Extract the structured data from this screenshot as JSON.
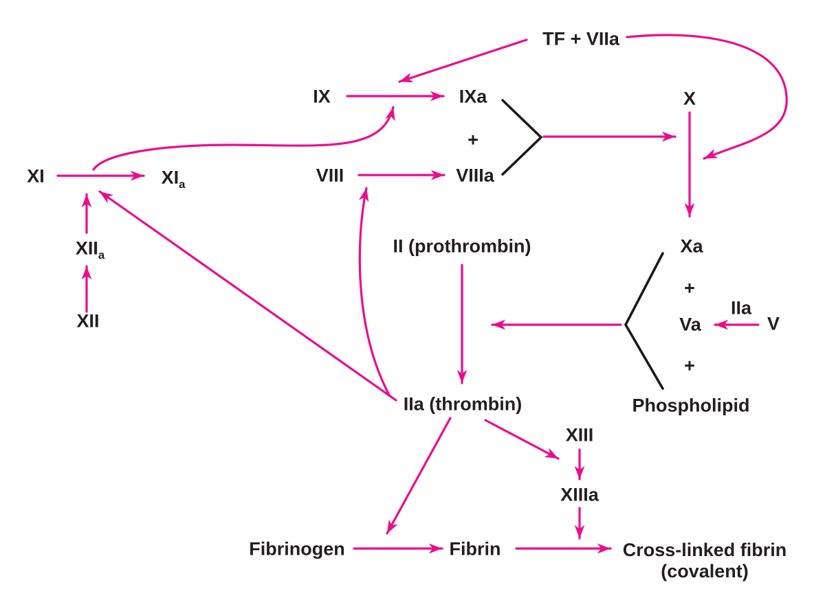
{
  "colors": {
    "arrow": "#EA0D8C",
    "text": "#231F20",
    "bracket": "#1A1A1A",
    "background": "#FFFFFF"
  },
  "nodes": {
    "tf_viia": "TF + VIIa",
    "ix": "IX",
    "ixa": "IXa",
    "plus_ixa_viiia": "+",
    "viii": "VIII",
    "viiia": "VIIIa",
    "x": "X",
    "xa": "Xa",
    "plus_xa_va": "+",
    "va": "Va",
    "iia_over_v": "IIa",
    "v": "V",
    "plus_va_phospholipid": "+",
    "phospholipid": "Phospholipid",
    "xi": "XI",
    "xia_base": "XI",
    "xia_sub": "a",
    "xiia_base": "XII",
    "xiia_sub": "a",
    "xii": "XII",
    "ii_prothrombin": "II (prothrombin)",
    "iia_thrombin": "IIa (thrombin)",
    "xiii": "XIII",
    "xiiia": "XIIIa",
    "fibrinogen": "Fibrinogen",
    "fibrin": "Fibrin",
    "cross_linked_line1": "Cross-linked fibrin",
    "cross_linked_line2": "(covalent)"
  }
}
